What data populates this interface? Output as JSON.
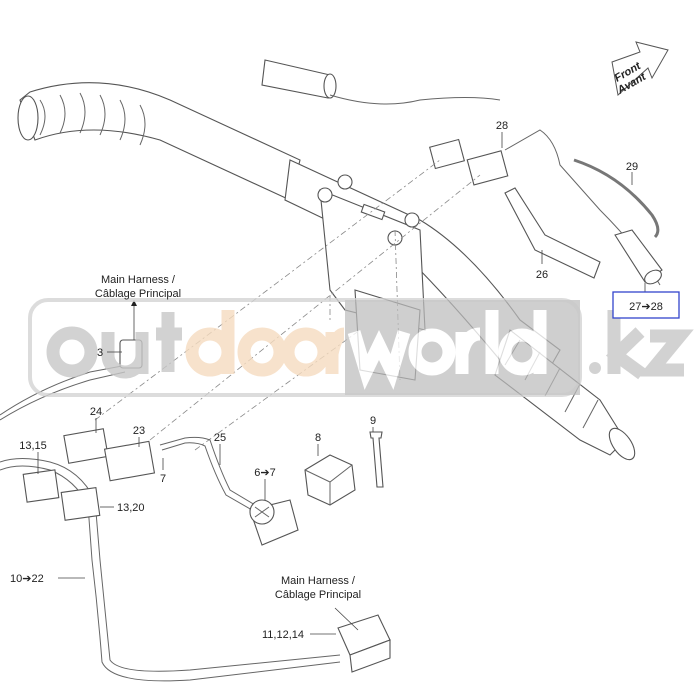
{
  "watermark": {
    "part1": "out",
    "part2": "door",
    "part3": "world",
    "part4": ".kz"
  },
  "direction_arrow": {
    "line1": "Front",
    "line2": "Avant"
  },
  "harness_top": {
    "line1": "Main Harness /",
    "line2": "Câblage Principal"
  },
  "harness_bottom": {
    "line1": "Main Harness /",
    "line2": "Câblage Principal"
  },
  "callouts": {
    "c28": "28",
    "c29": "29",
    "c26": "26",
    "c27_28": "27➔28",
    "c3": "3",
    "c24": "24",
    "c23": "23",
    "c13_15": "13,15",
    "c25": "25",
    "c8": "8",
    "c9": "9",
    "c6_7": "6➔7",
    "c7": "7",
    "c13_20": "13,20",
    "c10_22": "10➔22",
    "c11_12_14": "11,12,14"
  },
  "colors": {
    "highlight_box": "#3344cc",
    "watermark_orange": "#f6dcc0",
    "watermark_gray": "#c8c8c8"
  }
}
